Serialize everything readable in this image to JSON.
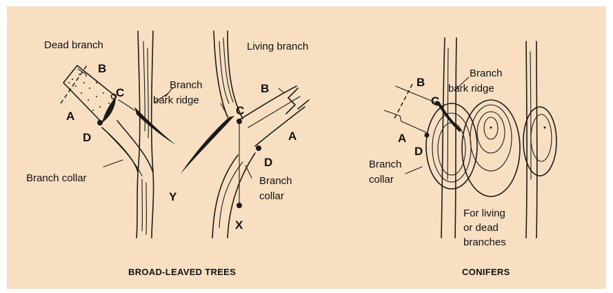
{
  "broadleaf": {
    "dead_branch_label": "Dead branch",
    "living_branch_label": "Living branch",
    "bark_ridge_label_1": "Branch",
    "bark_ridge_label_2": "bark ridge",
    "collar_left_label": "Branch collar",
    "collar_right_label_1": "Branch",
    "collar_right_label_2": "collar",
    "letters": {
      "b1": "B",
      "c1": "C",
      "a1": "A",
      "d1": "D",
      "b2": "B",
      "c2": "C",
      "a2": "A",
      "d2": "D",
      "y": "Y",
      "x": "X"
    },
    "caption": "BROAD-LEAVED TREES"
  },
  "conifer": {
    "bark_ridge_label_1": "Branch",
    "bark_ridge_label_2": "bark ridge",
    "collar_label_1": "Branch",
    "collar_label_2": "collar",
    "note_1": "For living",
    "note_2": "or dead",
    "note_3": "branches",
    "letters": {
      "b": "B",
      "c": "C",
      "a": "A",
      "d": "D"
    },
    "caption": "CONIFERS"
  },
  "colors": {
    "background": "#f8dfc2",
    "ink": "#1a1a1a"
  }
}
